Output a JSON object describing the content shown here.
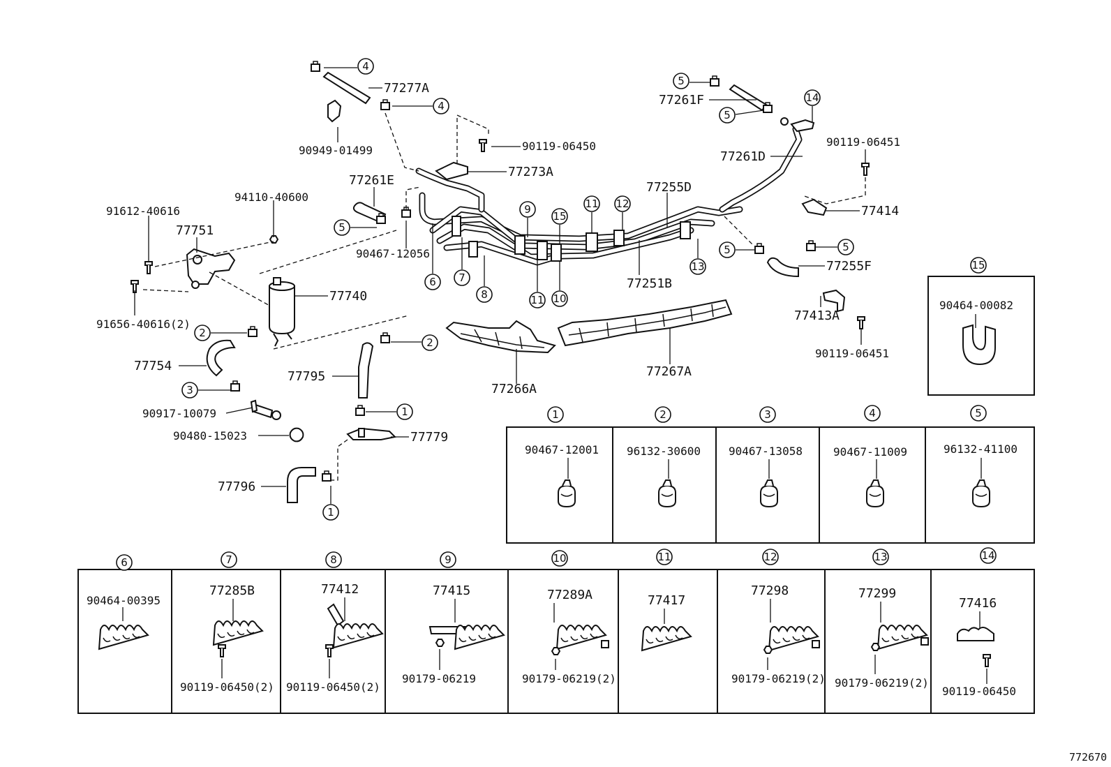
{
  "labels": {
    "p77277A": "77277A",
    "p90949": "90949-01499",
    "p90119_06450_top": "90119-06450",
    "p77273A": "77273A",
    "p77261E": "77261E",
    "p94110": "94110-40600",
    "p91612": "91612-40616",
    "p77751": "77751",
    "p90467_12056": "90467-12056",
    "p77740": "77740",
    "p91656": "91656-40616(2)",
    "p77754": "77754",
    "p77795": "77795",
    "p90917": "90917-10079",
    "p90480": "90480-15023",
    "p77779": "77779",
    "p77796": "77796",
    "p77255D": "77255D",
    "p77251B": "77251B",
    "p77261F": "77261F",
    "p77261D": "77261D",
    "p90119_06451_a": "90119-06451",
    "p77414": "77414",
    "p77255F": "77255F",
    "p77413A": "77413A",
    "p90119_06451_b": "90119-06451",
    "p77266A": "77266A",
    "p77267A": "77267A",
    "ref": "772670"
  },
  "callouts": {
    "c1": "1",
    "c2": "2",
    "c3": "3",
    "c4": "4",
    "c5": "5",
    "c6": "6",
    "c7": "7",
    "c8": "8",
    "c9": "9",
    "c10": "10",
    "c11": "11",
    "c12": "12",
    "c13": "13",
    "c14": "14",
    "c15": "15"
  },
  "detail_boxes": {
    "b1": {
      "num": "1",
      "part": "90467-12001"
    },
    "b2": {
      "num": "2",
      "part": "96132-30600"
    },
    "b3": {
      "num": "3",
      "part": "90467-13058"
    },
    "b4": {
      "num": "4",
      "part": "90467-11009"
    },
    "b5": {
      "num": "5",
      "part": "96132-41100"
    },
    "b6": {
      "num": "6",
      "part": "90464-00395"
    },
    "b7": {
      "num": "7",
      "part": "77285B",
      "sub": "90119-06450(2)"
    },
    "b8": {
      "num": "8",
      "part": "77412",
      "sub": "90119-06450(2)"
    },
    "b9": {
      "num": "9",
      "part": "77415",
      "sub": "90179-06219"
    },
    "b10": {
      "num": "10",
      "part": "77289A",
      "sub": "90179-06219(2)"
    },
    "b11": {
      "num": "11",
      "part": "77417"
    },
    "b12": {
      "num": "12",
      "part": "77298",
      "sub": "90179-06219(2)"
    },
    "b13": {
      "num": "13",
      "part": "77299",
      "sub": "90179-06219(2)"
    },
    "b14": {
      "num": "14",
      "part": "77416",
      "sub": "90119-06450"
    },
    "b15": {
      "num": "15",
      "part": "90464-00082"
    }
  }
}
